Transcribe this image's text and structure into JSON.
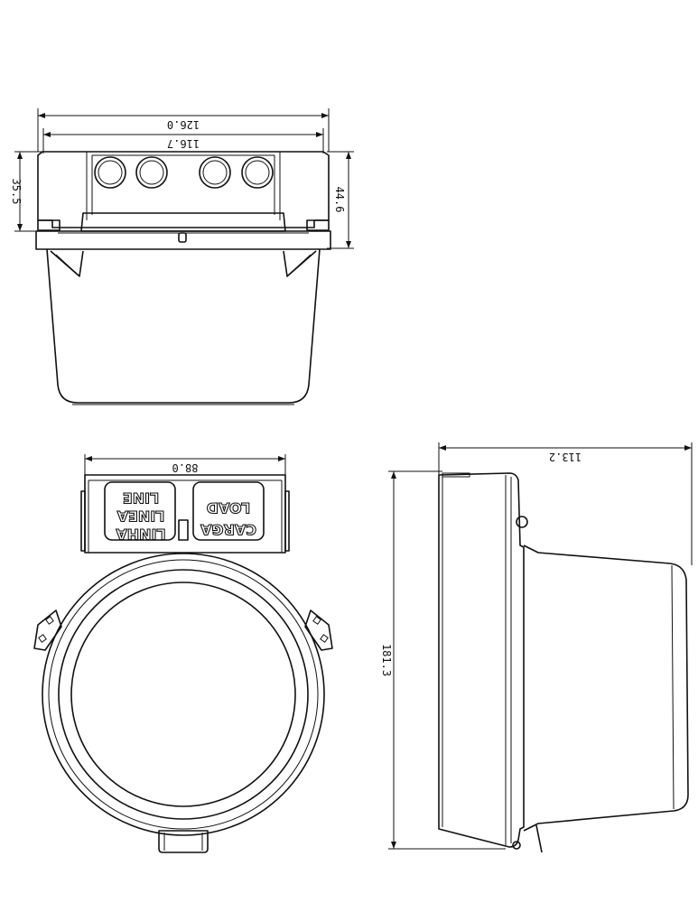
{
  "dimensions": {
    "top_overall_width": "126.0",
    "top_inner_width": "116.7",
    "top_left_height": "35.5",
    "top_right_height": "44.6",
    "front_width": "88.0",
    "side_depth": "113.2",
    "side_height": "181.3"
  },
  "labels": {
    "line": "LINE",
    "linea": "LINEA",
    "linha": "LINHA",
    "load": "LOAD",
    "carga": "CARGA"
  },
  "colors": {
    "line": "#111111",
    "background": "#ffffff"
  }
}
